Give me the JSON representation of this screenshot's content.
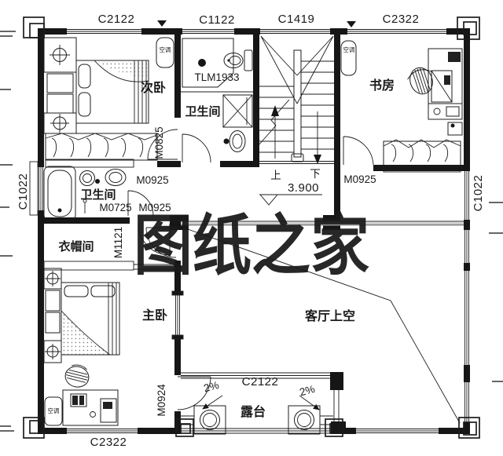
{
  "watermark": {
    "text": "图纸之家",
    "color": "#e2362e"
  },
  "colors": {
    "wall": "#161616",
    "beam_gray": "#8e8e8e",
    "watermark_red": "#e2362e"
  },
  "plan": {
    "rooms": {
      "secondary_bedroom": "次卧",
      "bathroom_top": "卫生间",
      "bathroom_mid": "卫生间",
      "study": "书房",
      "cloakroom": "衣帽间",
      "master_bedroom": "主卧",
      "living_void": "客厅上空",
      "terrace": "露台"
    },
    "fixture_labels": {
      "shower_door": "TLM1933",
      "ac": "空调"
    },
    "windows": {
      "top1": "C2122",
      "top2": "C1122",
      "top3": "C1419",
      "top4": "C2322",
      "left": "C1022",
      "right": "C1022",
      "bottom_left": "C2322",
      "terrace": "C2122"
    },
    "doors": {
      "bedroom2": "M0825",
      "hall": "M0925",
      "bath_mid": "M0725",
      "bath_mid2": "M0925",
      "study": "M0925",
      "cloakroom": "M1121",
      "terrace": "M0924"
    },
    "stairs": {
      "up": "上",
      "down": "下"
    },
    "level_mark": "3.900",
    "slope_left": "2%",
    "slope_right": "2%"
  }
}
